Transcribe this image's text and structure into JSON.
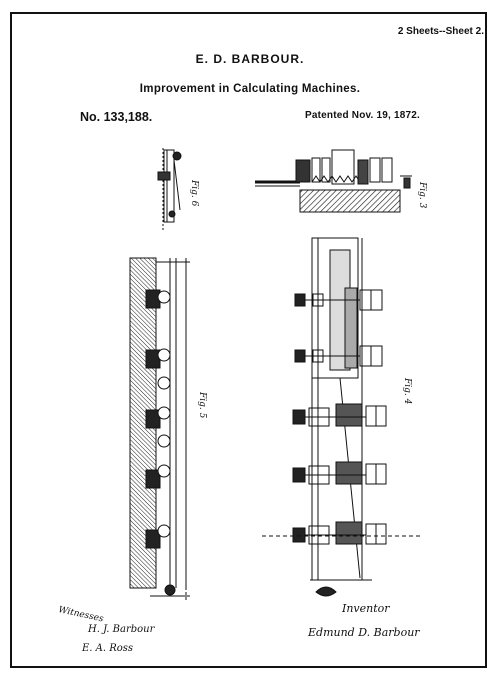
{
  "header": {
    "sheets": "2 Sheets--Sheet 2.",
    "inventor_name": "E. D. BARBOUR.",
    "title": "Improvement in Calculating Machines.",
    "patent_number": "No. 133,188.",
    "patent_date": "Patented Nov. 19, 1872."
  },
  "figures": [
    {
      "label": "Fig. 6",
      "icon": "small-gear-detail-figure"
    },
    {
      "label": "Fig. 3",
      "icon": "register-section-figure"
    },
    {
      "label": "Fig. 5",
      "icon": "rack-and-pinion-elevation-figure"
    },
    {
      "label": "Fig. 4",
      "icon": "wheel-bank-plan-figure"
    }
  ],
  "signatures": {
    "witnesses_label": "Witnesses",
    "witness_1": "H. J. Barbour",
    "witness_2": "E. A. Ross",
    "inventor_label": "Inventor",
    "inventor_signature": "Edmund D. Barbour"
  }
}
